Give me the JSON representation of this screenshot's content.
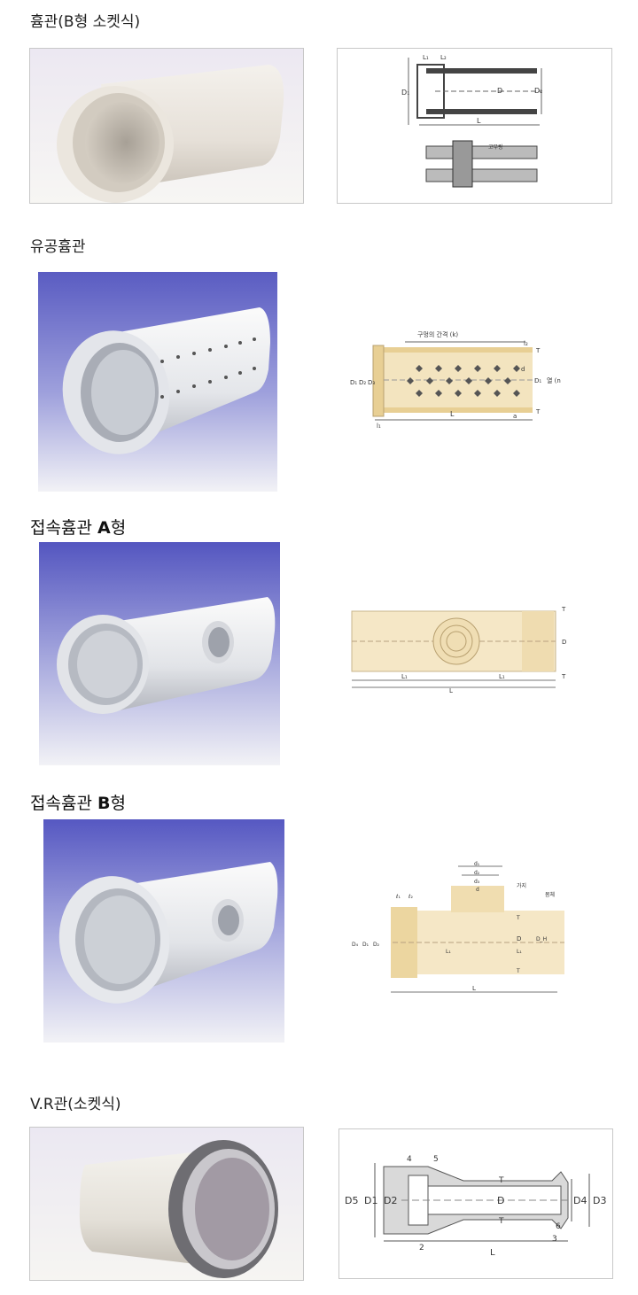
{
  "sections": [
    {
      "title": "흄관(B형 소켓식)"
    },
    {
      "title": "유공흄관"
    },
    {
      "title_pre": "접속흄관 ",
      "title_bold": "A",
      "title_post": "형"
    },
    {
      "title_pre": "접속흄관 ",
      "title_bold": "B",
      "title_post": "형"
    },
    {
      "title": "V.R관(소켓식)"
    }
  ],
  "diagram_labels": {
    "d1": {
      "L": "L",
      "D": "D",
      "Dt": "D₁",
      "D2": "D₂",
      "L1": "L₁",
      "L2": "L₂",
      "gasket": "고무링"
    },
    "d2": {
      "hole_spacing": "구멍의 간격 (k)",
      "row": "열 (n)",
      "L": "L",
      "D1": "D₁",
      "D2": "D₂",
      "D3": "D₃",
      "T": "T",
      "l1": "l₁",
      "l2": "l₂",
      "a": "a",
      "d": "d"
    },
    "d3": {
      "T": "T",
      "D": "D",
      "L1": "L₁",
      "L": "L"
    },
    "d4": {
      "d1": "d₁",
      "d2": "d₂",
      "d3": "d₃",
      "d": "d",
      "branch": "가지",
      "body": "몸체",
      "T": "T",
      "D": "D",
      "D1": "D₁",
      "D2": "D₂",
      "D4": "D₄",
      "DH": "D_H",
      "L1": "L₁",
      "L": "L",
      "l1": "ℓ₁",
      "l2": "ℓ₂"
    },
    "d5": {
      "l4": "4",
      "l5": "5",
      "D5": "D5",
      "D1": "D1",
      "D2": "D2",
      "D": "D",
      "T": "T",
      "D4": "D4",
      "D3": "D3",
      "L": "L",
      "l2": "2",
      "l3": "3",
      "l6": "6"
    }
  }
}
